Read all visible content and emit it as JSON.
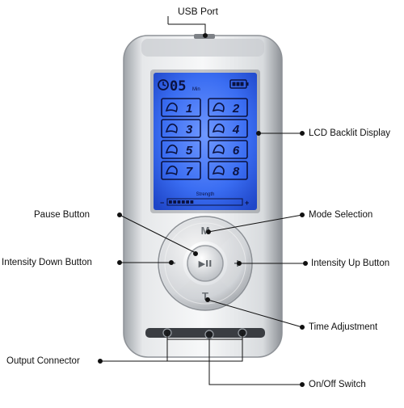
{
  "labels": {
    "usb_port": "USB Port",
    "lcd_backlit_display": "LCD Backlit Display",
    "pause_button": "Pause Button",
    "mode_selection": "Mode Selection",
    "intensity_down_button": "Intensity Down Button",
    "intensity_up_button": "Intensity Up Button",
    "time_adjustment": "Time Adjustment",
    "output_connector": "Output Connector",
    "onoff_switch": "On/Off Switch"
  },
  "lcd": {
    "timer": "05",
    "timer_unit": "Min",
    "mode_numbers": [
      "1",
      "2",
      "3",
      "4",
      "5",
      "6",
      "7",
      "8"
    ],
    "strength_label": "Strength",
    "strength_minus": "−",
    "strength_plus": "+",
    "strength_level": 0.35
  },
  "buttons": {
    "mode": "M",
    "time": "T",
    "minus": "−",
    "plus": "+",
    "play_pause": "▶II"
  },
  "colors": {
    "lcd_blue": "#3a6df2",
    "device_silver": "#d9dce0",
    "line": "#111111"
  }
}
